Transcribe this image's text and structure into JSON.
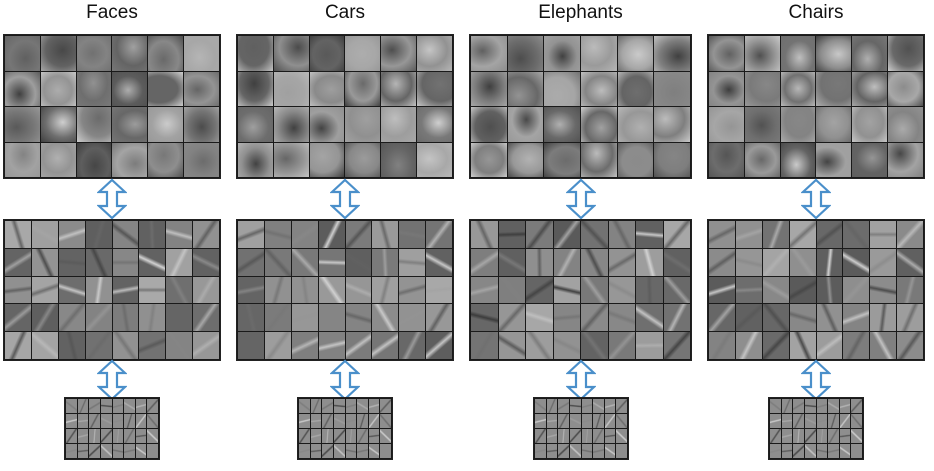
{
  "categories": [
    {
      "key": "faces",
      "title": "Faces"
    },
    {
      "key": "cars",
      "title": "Cars"
    },
    {
      "key": "elephants",
      "title": "Elephants"
    },
    {
      "key": "chairs",
      "title": "Chairs"
    }
  ],
  "colors": {
    "arrow_fill": "#ffffff",
    "arrow_stroke": "#4a8fca",
    "grid_border": "#1a1a1a",
    "cell_gray": "#8a8a8a"
  },
  "layers": {
    "top": {
      "rows": 4,
      "cols": 6
    },
    "middle": {
      "rows": 5,
      "cols": 8
    },
    "bottom": {
      "rows": 4,
      "cols": 8
    }
  }
}
